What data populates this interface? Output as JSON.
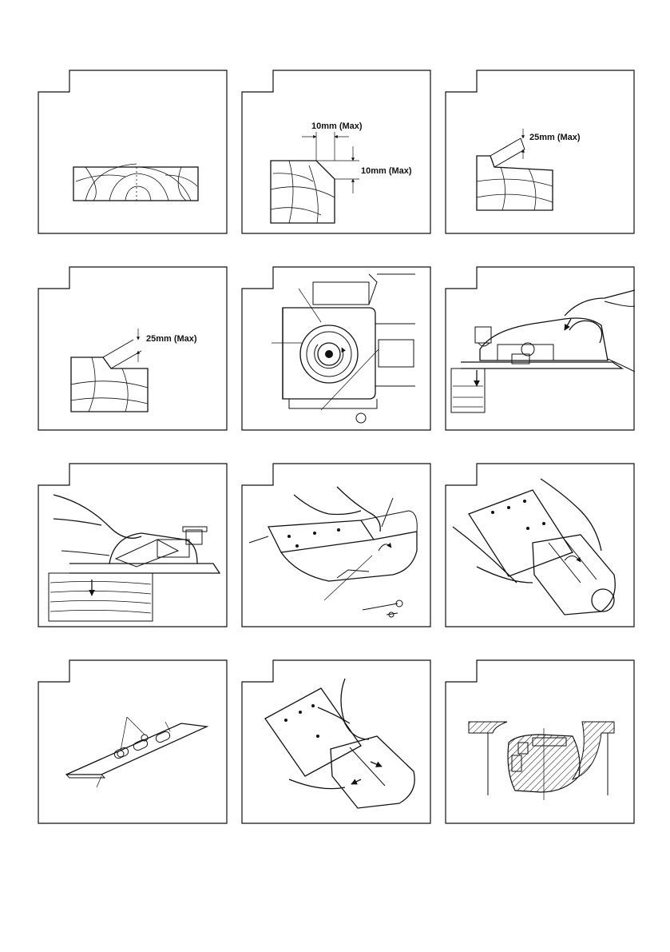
{
  "colors": {
    "ink": "#111111",
    "paper": "#ffffff"
  },
  "figures": {
    "fig2": {
      "width_label": "10mm (Max)",
      "depth_label": "10mm (Max)"
    },
    "fig3": {
      "depth_label": "25mm (Max)"
    },
    "fig4": {
      "depth_label": "25mm (Max)"
    }
  }
}
